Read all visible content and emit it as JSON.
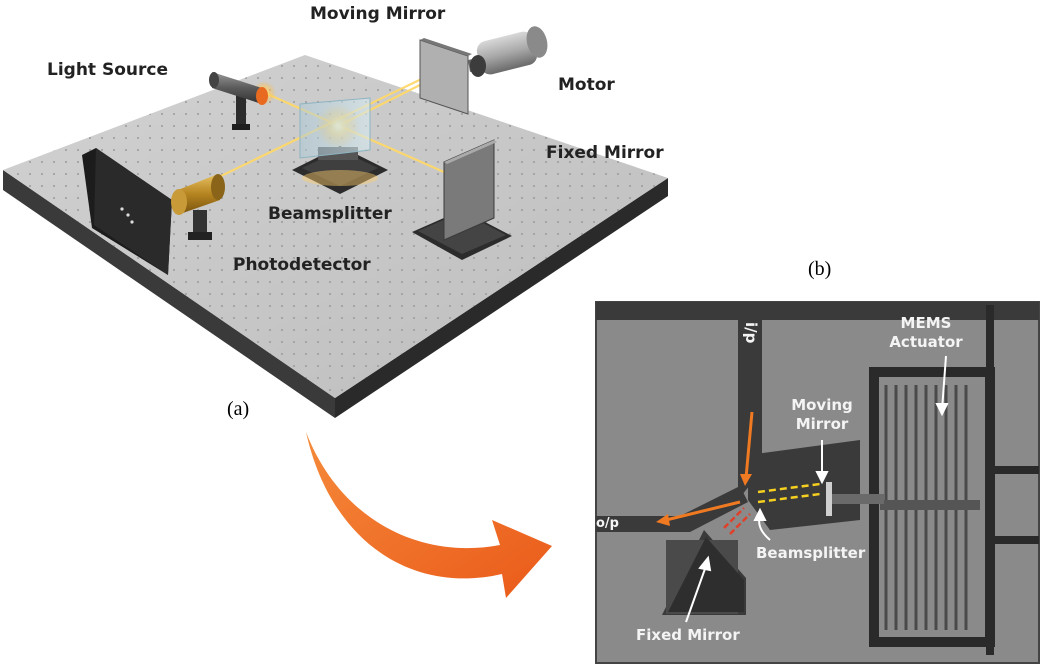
{
  "panel_a": {
    "caption": "(a)",
    "labels": {
      "moving_mirror": "Moving Mirror",
      "light_source": "Light Source",
      "motor": "Motor",
      "fixed_mirror": "Fixed Mirror",
      "beamsplitter": "Beamsplitter",
      "photodetector": "Photodetector"
    }
  },
  "panel_b": {
    "caption": "(b)",
    "labels": {
      "input_port": "i/p",
      "output_port": "o/p",
      "mems_actuator_line1": "MEMS",
      "mems_actuator_line2": "Actuator",
      "moving_mirror_line1": "Moving",
      "moving_mirror_line2": "Mirror",
      "beamsplitter": "Beamsplitter",
      "fixed_mirror": "Fixed Mirror"
    }
  },
  "colors": {
    "beam_orange": "#f07a22",
    "beam_yellow": "#f5d020",
    "beam_red": "#e0402a",
    "arrow_orange": "#f26522",
    "laser_beam": "#ffd86a"
  },
  "icons": [
    "curved-arrow-icon",
    "light-source-icon",
    "motor-icon",
    "photodetector-icon"
  ]
}
